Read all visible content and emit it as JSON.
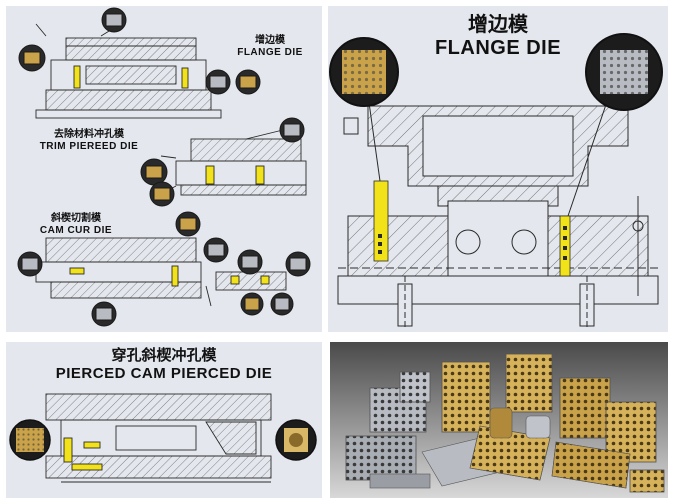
{
  "panels": {
    "top_left": {
      "flange": {
        "zh": "增边模",
        "en": "FLANGE DIE"
      },
      "trim": {
        "zh": "去除材料冲孔模",
        "en": "TRIM PIEREED DIE"
      },
      "cam": {
        "zh": "斜楔切割模",
        "en": "CAM CUR DIE"
      }
    },
    "top_right": {
      "zh": "增边模",
      "en": "FLANGE DIE"
    },
    "bottom_left": {
      "zh": "穿孔斜楔冲孔模",
      "en": "PIERCED CAM PIERCED DIE"
    }
  },
  "colors": {
    "panel_bg": "#e4e8ee",
    "line": "#2a2a2a",
    "accent_yellow": "#f2e21a",
    "bronze": "#c9a24a",
    "steel": "#b8bcc2"
  }
}
